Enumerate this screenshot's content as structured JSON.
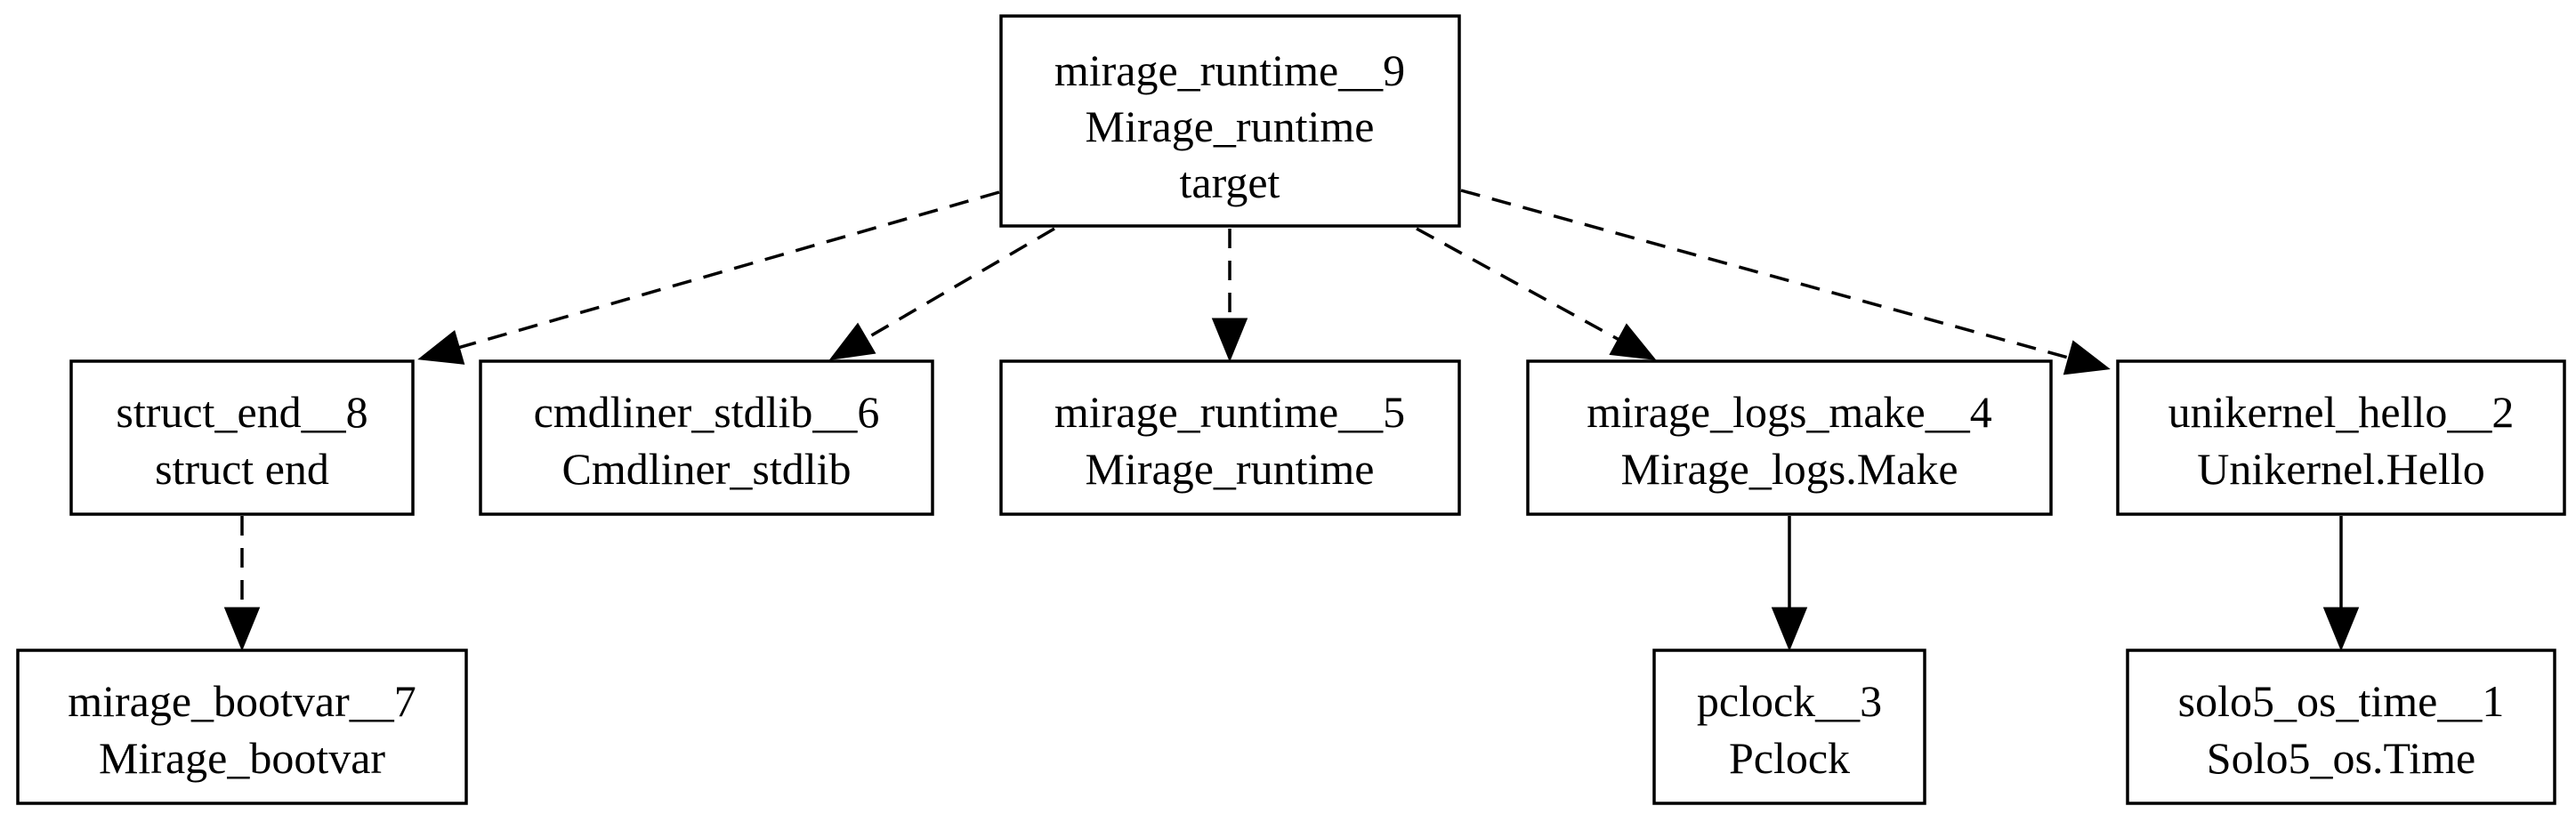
{
  "nodes": {
    "n9": {
      "lines": [
        "mirage_runtime__9",
        "Mirage_runtime",
        "target"
      ]
    },
    "n8": {
      "lines": [
        "struct_end__8",
        "struct end"
      ]
    },
    "n6": {
      "lines": [
        "cmdliner_stdlib__6",
        "Cmdliner_stdlib"
      ]
    },
    "n5": {
      "lines": [
        "mirage_runtime__5",
        "Mirage_runtime"
      ]
    },
    "n4": {
      "lines": [
        "mirage_logs_make__4",
        "Mirage_logs.Make"
      ]
    },
    "n2": {
      "lines": [
        "unikernel_hello__2",
        "Unikernel.Hello"
      ]
    },
    "n7": {
      "lines": [
        "mirage_bootvar__7",
        "Mirage_bootvar"
      ]
    },
    "n3": {
      "lines": [
        "pclock__3",
        "Pclock"
      ]
    },
    "n1": {
      "lines": [
        "solo5_os_time__1",
        "Solo5_os.Time"
      ]
    }
  },
  "edges": [
    {
      "from": "n9",
      "to": "n8",
      "style": "dashed"
    },
    {
      "from": "n9",
      "to": "n6",
      "style": "dashed"
    },
    {
      "from": "n9",
      "to": "n5",
      "style": "dashed"
    },
    {
      "from": "n9",
      "to": "n4",
      "style": "dashed"
    },
    {
      "from": "n9",
      "to": "n2",
      "style": "dashed"
    },
    {
      "from": "n8",
      "to": "n7",
      "style": "dashed"
    },
    {
      "from": "n4",
      "to": "n3",
      "style": "solid"
    },
    {
      "from": "n2",
      "to": "n1",
      "style": "solid"
    }
  ]
}
